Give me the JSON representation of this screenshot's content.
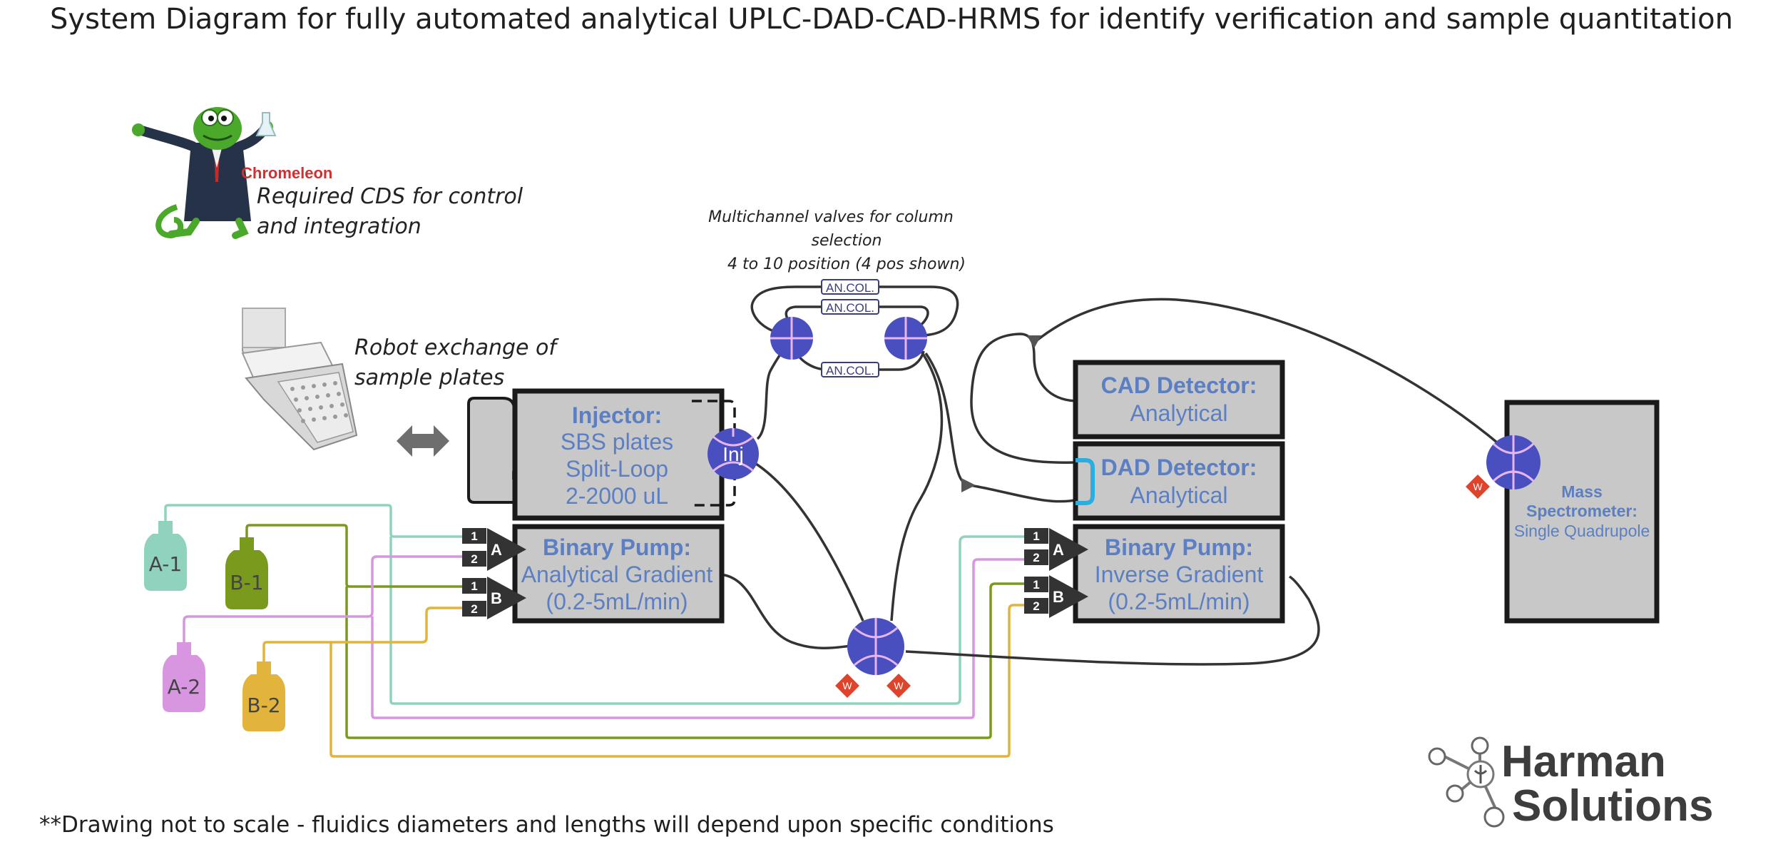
{
  "title": "System Diagram for fully automated analytical UPLC-DAD-CAD-HRMS for identify verification and sample quantitation",
  "footnote": "**Drawing not to scale - fluidics diameters and lengths will depend upon specific conditions",
  "chromeleon": {
    "logo_text": "Chromeleon",
    "caption_line1": "Required CDS for control",
    "caption_line2": "and integration"
  },
  "robot": {
    "caption_line1": "Robot exchange of",
    "caption_line2": "sample plates"
  },
  "valves_note": {
    "line1": "Multichannel valves for column",
    "line2": "selection",
    "line3": "4 to 10 position (4 pos shown)"
  },
  "columns": [
    "AN.COL.",
    "AN.COL.",
    "AN.COL."
  ],
  "injector": {
    "head": "Injector:",
    "line1": "SBS plates",
    "line2": "Split-Loop",
    "line3": "2-2000 uL",
    "valve_label": "Inj"
  },
  "pump1": {
    "head": "Binary Pump:",
    "line1": "Analytical Gradient",
    "line2": "(0.2-5mL/min)"
  },
  "pump2": {
    "head": "Binary Pump:",
    "line1": "Inverse Gradient",
    "line2": "(0.2-5mL/min)"
  },
  "cad": {
    "head": "CAD Detector:",
    "line1": "Analytical"
  },
  "dad": {
    "head": "DAD Detector:",
    "line1": "Analytical"
  },
  "ms": {
    "line1": "Mass",
    "line2": "Spectrometer:",
    "line3": "Single Quadrupole"
  },
  "bottles": [
    {
      "label": "A-1",
      "color": "#8fd3bf"
    },
    {
      "label": "B-1",
      "color": "#7a9a1e"
    },
    {
      "label": "A-2",
      "color": "#d996e0"
    },
    {
      "label": "B-2",
      "color": "#e2b43c"
    }
  ],
  "port_numbers": [
    "1",
    "2",
    "1",
    "2"
  ],
  "port_letters": [
    "A",
    "B"
  ],
  "waste_label": "W",
  "brand": {
    "line1": "Harman",
    "line2": "Solutions"
  },
  "colors": {
    "valve": "#4a4fc0",
    "box_fill": "#c8c8c8",
    "box_text": "#5b7fc2",
    "waste": "#e0432b",
    "dad_cell": "#29aee0"
  }
}
